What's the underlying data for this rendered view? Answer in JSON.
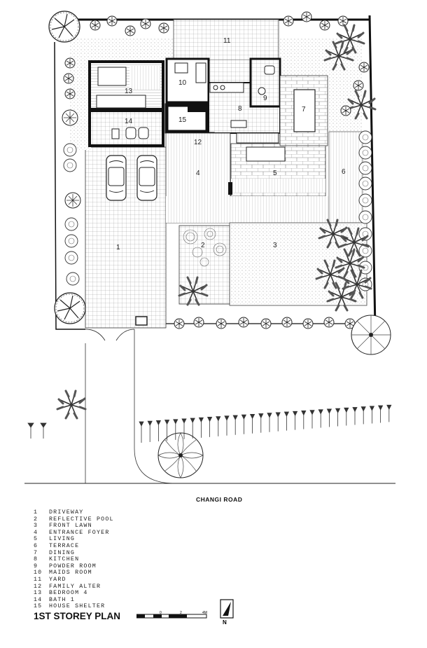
{
  "road_label": "CHANGI ROAD",
  "plan_title": "1ST STOREY PLAN",
  "room_numbers": [
    "1",
    "2",
    "3",
    "4",
    "5",
    "6",
    "7",
    "8",
    "9",
    "10",
    "11",
    "12",
    "13",
    "14",
    "15"
  ],
  "legend": [
    {
      "num": "1",
      "label": "DRIVEWAY"
    },
    {
      "num": "2",
      "label": "REFLECTIVE POOL"
    },
    {
      "num": "3",
      "label": "FRONT LAWN"
    },
    {
      "num": "4",
      "label": "ENTRANCE FOYER"
    },
    {
      "num": "5",
      "label": "LIVING"
    },
    {
      "num": "6",
      "label": "TERRACE"
    },
    {
      "num": "7",
      "label": "DINING"
    },
    {
      "num": "8",
      "label": "KITCHEN"
    },
    {
      "num": "9",
      "label": "POWDER ROOM"
    },
    {
      "num": "10",
      "label": "MAIDS ROOM"
    },
    {
      "num": "11",
      "label": "YARD"
    },
    {
      "num": "12",
      "label": "FAMILY ALTER"
    },
    {
      "num": "13",
      "label": "BEDROOM 4"
    },
    {
      "num": "14",
      "label": "BATH 1"
    },
    {
      "num": "15",
      "label": "HOUSE SHELTER"
    }
  ],
  "scale_labels": [
    "0",
    "2",
    "4M"
  ],
  "north_label": "N"
}
